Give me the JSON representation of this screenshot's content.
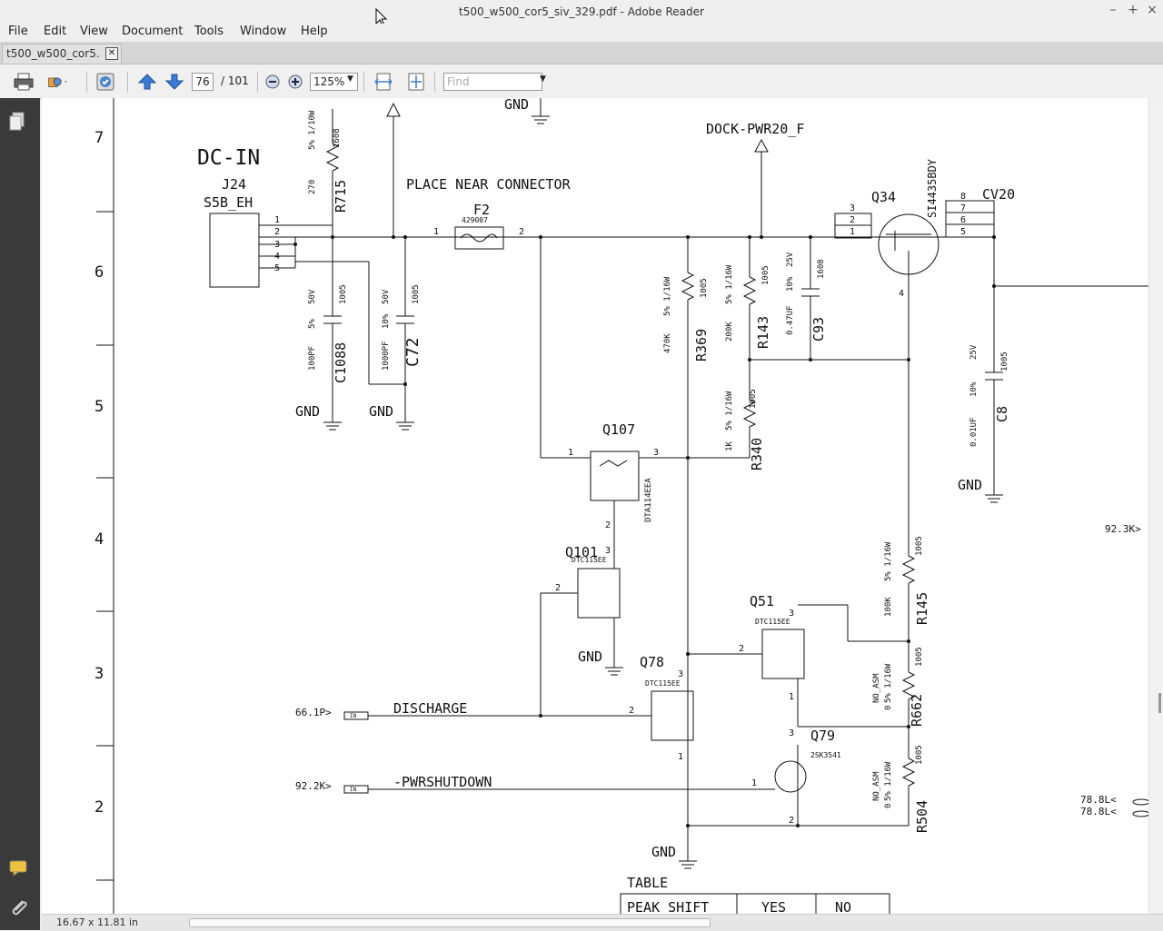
{
  "window": {
    "title": "t500_w500_cor5_siv_329.pdf - Adobe Reader"
  },
  "menu": [
    "File",
    "Edit",
    "View",
    "Document",
    "Tools",
    "Window",
    "Help"
  ],
  "tab": {
    "label": "t500_w500_cor5...",
    "close": "✕"
  },
  "toolbar": {
    "page_current": "76",
    "page_total": "/ 101",
    "zoom": "125%",
    "find_placeholder": "Find"
  },
  "status": {
    "page_size": "16.67 x 11.81 in"
  },
  "schematic": {
    "row_numbers": [
      "7",
      "6",
      "5",
      "4",
      "3",
      "2"
    ],
    "dc_in": "DC-IN",
    "j24": "J24",
    "s5b": "S5B_EH",
    "place_near": "PLACE NEAR CONNECTOR",
    "dock": "DOCK-PWR20_F",
    "f2": "F2",
    "f2_part": "429007",
    "q34": "Q34",
    "si4435": "SI4435BDY",
    "cv20": "CV20",
    "q107": "Q107",
    "dta114": "DTA114EEA",
    "q101": "Q101",
    "dtc115_a": "DTC115EE",
    "q51": "Q51",
    "dtc115_b": "DTC115EE",
    "q78": "Q78",
    "dtc115_c": "DTC115EE",
    "q79": "Q79",
    "sk3541": "2SK3541",
    "gnd": "GND",
    "discharge": "DISCHARGE",
    "pwrshutdown": "-PWRSHUTDOWN",
    "ref_661p": "66.1P>",
    "ref_922k": "92.2K>",
    "ref_923k": "92.3K>",
    "ref_788l_1": "78.8L<",
    "ref_788l_2": "78.8L<",
    "in_tag": "IN",
    "r715": "R715",
    "r715_val": "270",
    "r715_spec": "5% 1/10W",
    "r715_pkg": "1608",
    "c1088": "C1088",
    "c1088_val": "100PF",
    "c1088_spec": "5%",
    "c1088_v": "50V",
    "c1088_pkg": "1005",
    "c72": "C72",
    "c72_val": "1000PF",
    "c72_spec": "10%",
    "c72_v": "50V",
    "c72_pkg": "1005",
    "r369": "R369",
    "r369_val": "470K",
    "r369_spec": "5% 1/16W",
    "r369_pkg": "1005",
    "r143": "R143",
    "r143_val": "200K",
    "r143_spec": "5% 1/16W",
    "r143_pkg": "1005",
    "c93": "C93",
    "c93_val": "0.47UF",
    "c93_spec": "10%",
    "c93_v": "25V",
    "c93_pkg": "1608",
    "r340": "R340",
    "r340_val": "1K",
    "r340_spec": "5% 1/16W",
    "r340_pkg": "1005",
    "c8": "C8",
    "c8_val": "0.01UF",
    "c8_spec": "10%",
    "c8_v": "25V",
    "c8_pkg": "1005",
    "r145": "R145",
    "r145_val": "100K",
    "r145_spec": "5% 1/16W",
    "r145_pkg": "1005",
    "r662": "R662",
    "r662_val": "0",
    "r662_spec": "5% 1/16W",
    "r662_pkg": "1005",
    "r662_asm": "NO_ASM",
    "r504": "R504",
    "r504_val": "0",
    "r504_spec": "5% 1/16W",
    "r504_pkg": "1005",
    "r504_asm": "NO_ASM",
    "table_title": "TABLE",
    "table_headers": [
      "PEAK SHIFT",
      "YES",
      "NO"
    ]
  }
}
